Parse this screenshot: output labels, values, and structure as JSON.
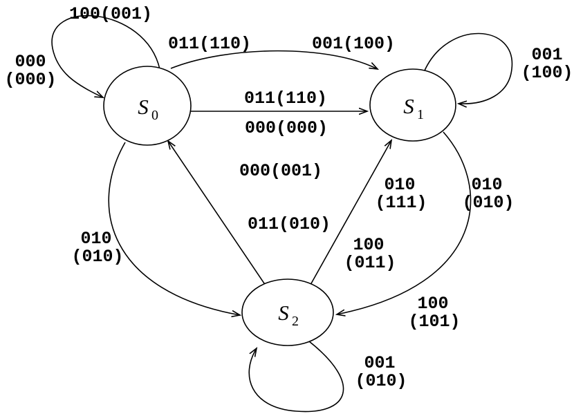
{
  "diagram_type": "mealy-state-diagram",
  "states": {
    "s0": {
      "symbol": "S",
      "subscript": "0"
    },
    "s1": {
      "symbol": "S",
      "subscript": "1"
    },
    "s2": {
      "symbol": "S",
      "subscript": "2"
    }
  },
  "transitions": {
    "s0_self_top": "100(001)",
    "s0_self_left": {
      "line1": "000",
      "line2": "(000)"
    },
    "s0_to_s1_arc_left": "011(110)",
    "s0_to_s1_arc_right": "001(100)",
    "s0_to_s1_straight_above": "011(110)",
    "s0_to_s1_straight_below": "000(000)",
    "s1_self": {
      "line1": "001",
      "line2": "(100)"
    },
    "s2_to_s0_upper": "000(001)",
    "s2_to_s0_lower": "011(010)",
    "s2_to_s1_upper": {
      "line1": "010",
      "line2": "(111)"
    },
    "s2_to_s1_lower": {
      "line1": "100",
      "line2": "(011)"
    },
    "s1_to_s2_upper": {
      "line1": "010",
      "line2": "(010)"
    },
    "s1_to_s2_lower": {
      "line1": "100",
      "line2": "(101)"
    },
    "s0_to_s2": {
      "line1": "010",
      "line2": "(010)"
    },
    "s2_self": {
      "line1": "001",
      "line2": "(010)"
    }
  }
}
